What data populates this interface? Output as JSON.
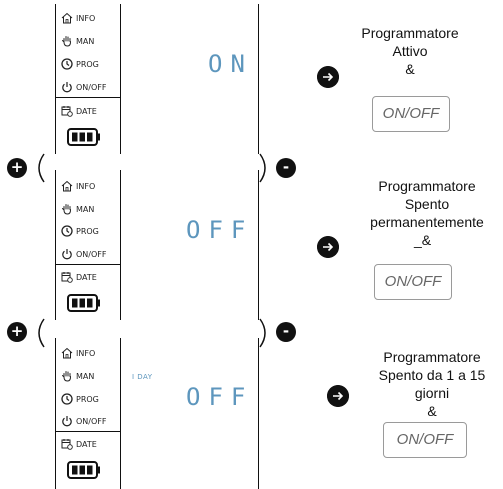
{
  "menu": {
    "info": "INFO",
    "man": "MAN",
    "prog": "PROG",
    "onoff": "ON/OFF",
    "date": "DATE"
  },
  "screens": [
    {
      "display": "ON",
      "day_label": ""
    },
    {
      "display": "OFF",
      "day_label": ""
    },
    {
      "display": "OFF",
      "day_label": "I DAY"
    }
  ],
  "descriptions": [
    {
      "line1": "Programmatore",
      "line2": "Attivo",
      "line3": "",
      "amp": "&",
      "button": "ON/OFF"
    },
    {
      "line1": "Programmatore",
      "line2": "Spento",
      "line3": "permanentemente",
      "amp": "_&",
      "button": "ON/OFF"
    },
    {
      "line1": "Programmatore",
      "line2": "Spento da 1 a 15",
      "line3": "giorni",
      "amp": "&",
      "button": "ON/OFF"
    }
  ],
  "buttons": {
    "plus": "+",
    "minus": "-"
  },
  "colors": {
    "lcd": "#5d96bd",
    "frame": "#111111"
  }
}
